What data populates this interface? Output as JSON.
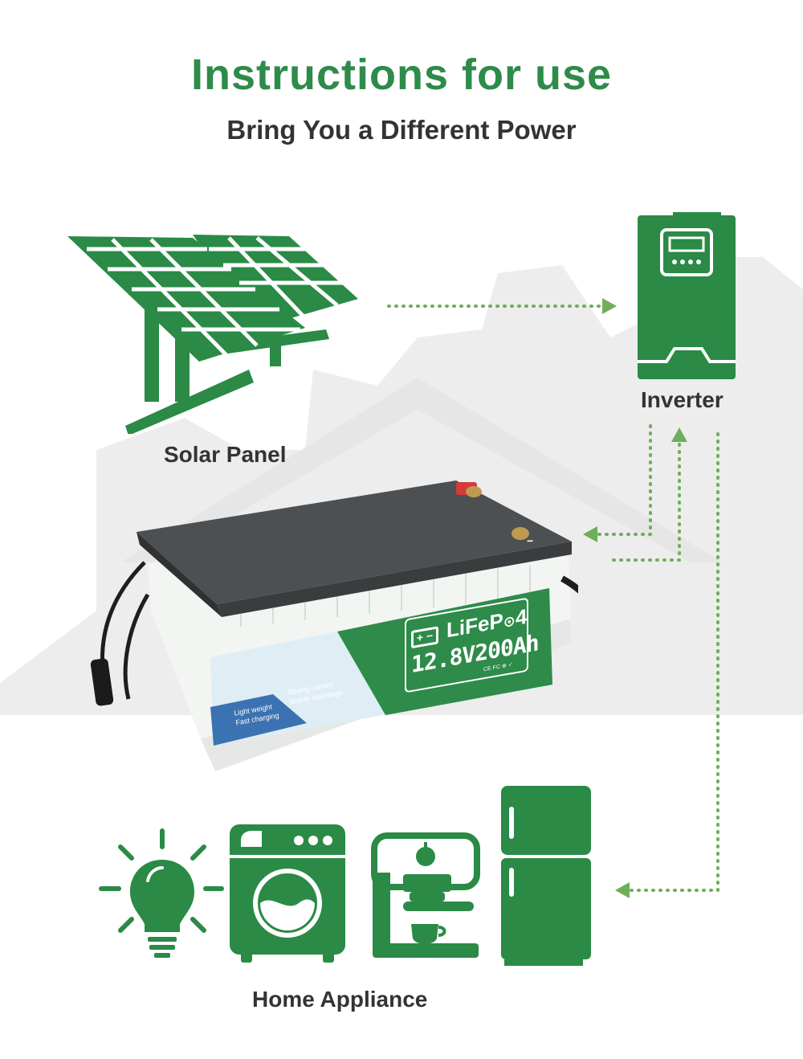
{
  "header": {
    "title": "Instructions for use",
    "subtitle": "Bring You a Different Power"
  },
  "labels": {
    "solar_panel": "Solar Panel",
    "inverter": "Inverter",
    "home_appliance": "Home Appliance"
  },
  "battery": {
    "chemistry": "LiFeP",
    "chemistry_suffix": "4",
    "rating": "12.8V200Ah",
    "feature_1": "Light weight",
    "feature_2": "Fast charging",
    "feature_3": "Strong current",
    "feature_4": "Stable discharge",
    "cert_marks": "CE FC ⊕ ✓",
    "terminal_negative": "−"
  },
  "colors": {
    "brand_green": "#2e8b4a",
    "icon_green": "#2a8a46",
    "arrow_green": "#6fae5a",
    "text_dark": "#333333",
    "background_silhouette": "#ededed"
  },
  "icons": [
    "solar-panel-icon",
    "inverter-icon",
    "light-bulb-icon",
    "washing-machine-icon",
    "coffee-machine-icon",
    "refrigerator-icon"
  ]
}
